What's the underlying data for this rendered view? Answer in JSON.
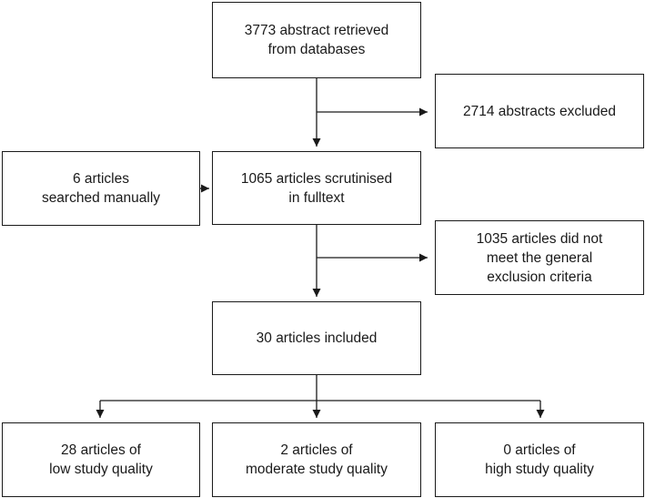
{
  "diagram": {
    "nodes": {
      "retrieved": {
        "lines": [
          "3773 abstract retrieved",
          "from databases"
        ]
      },
      "excluded_abstracts": {
        "lines": [
          "2714 abstracts excluded"
        ]
      },
      "manual": {
        "lines": [
          "6 articles",
          "searched manually"
        ]
      },
      "fulltext": {
        "lines": [
          "1065 articles scrutinised",
          "in fulltext"
        ]
      },
      "excluded_criteria": {
        "lines": [
          "1035 articles did not",
          "meet the general",
          "exclusion criteria"
        ]
      },
      "included": {
        "lines": [
          "30 articles included"
        ]
      },
      "low_quality": {
        "lines": [
          "28 articles of",
          "low study quality"
        ]
      },
      "moderate_quality": {
        "lines": [
          "2 articles of",
          "moderate study quality"
        ]
      },
      "high_quality": {
        "lines": [
          "0 articles of",
          "high study quality"
        ]
      }
    },
    "edges": [
      {
        "from": "retrieved",
        "to": "fulltext"
      },
      {
        "from": "retrieved",
        "to": "excluded_abstracts"
      },
      {
        "from": "manual",
        "to": "fulltext"
      },
      {
        "from": "fulltext",
        "to": "included"
      },
      {
        "from": "fulltext",
        "to": "excluded_criteria"
      },
      {
        "from": "included",
        "to": "low_quality"
      },
      {
        "from": "included",
        "to": "moderate_quality"
      },
      {
        "from": "included",
        "to": "high_quality"
      }
    ]
  }
}
